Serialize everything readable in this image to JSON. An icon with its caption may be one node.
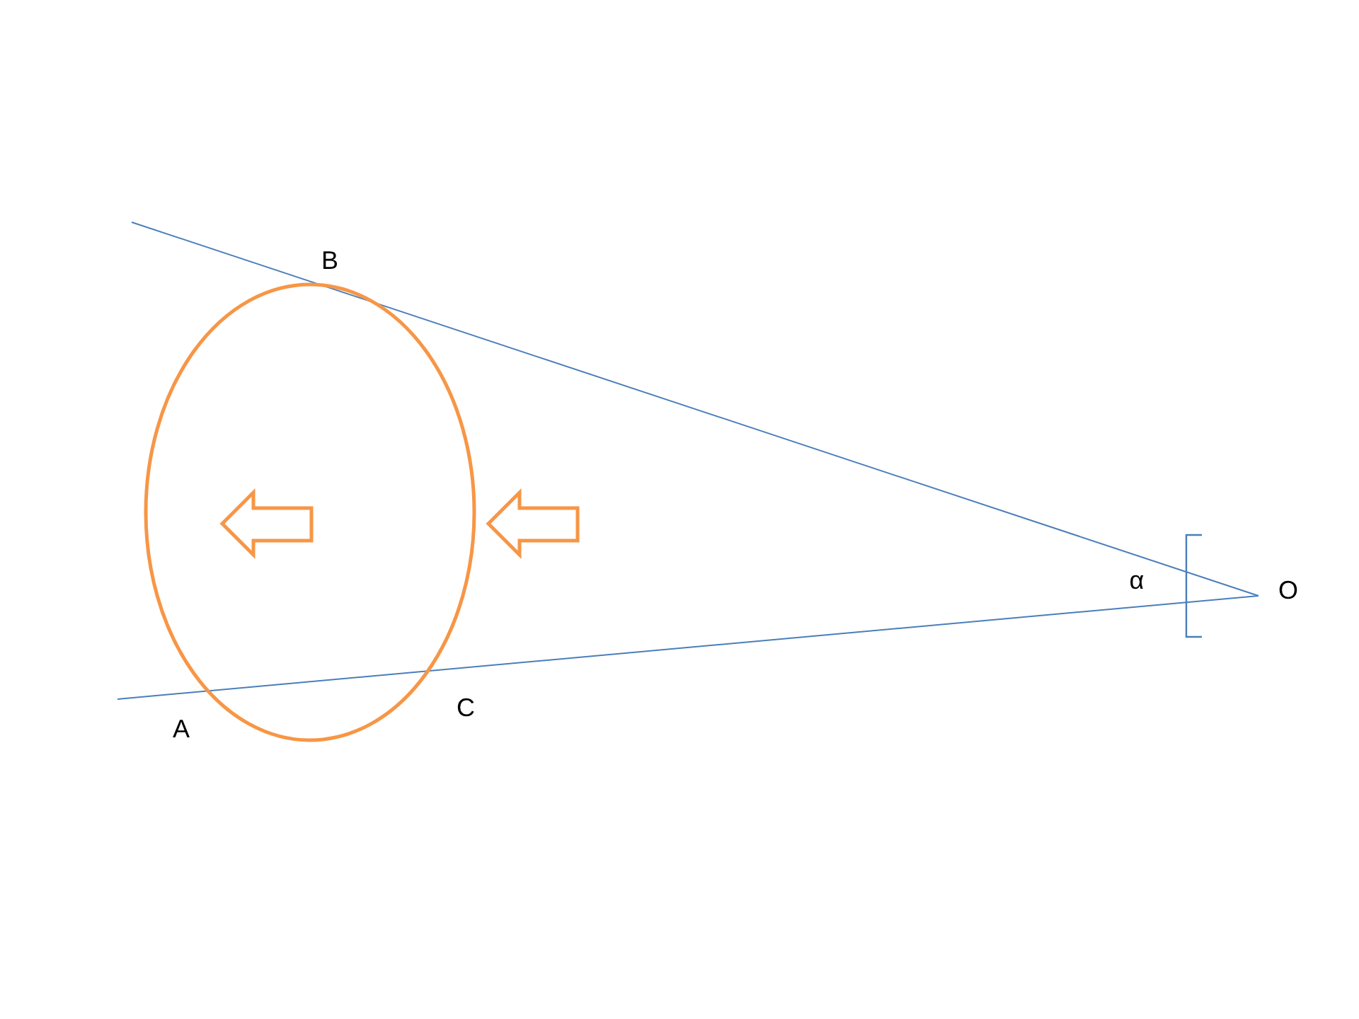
{
  "diagram": {
    "labels": [
      "B",
      "α",
      "O",
      "C",
      "A"
    ]
  }
}
